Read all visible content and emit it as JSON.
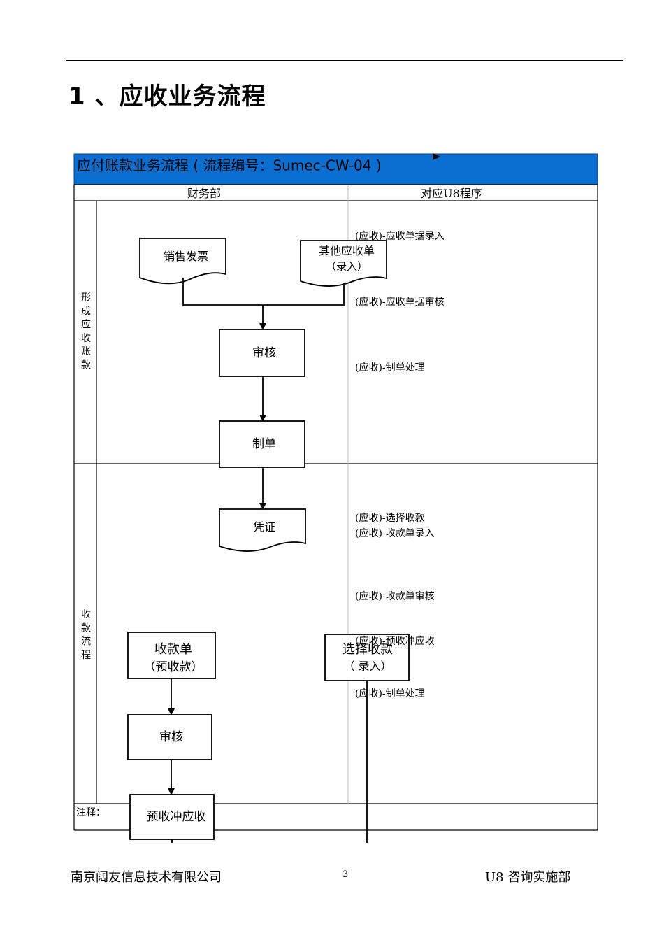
{
  "section_title": "1 、应收业务流程",
  "flowchart": {
    "banner_title": "应付账款业务流程 ( 流程编号：Sumec-CW-04 )",
    "columns": {
      "department": "财务部",
      "program": "对应U8程序"
    },
    "lanes": [
      {
        "label": "形成应收账款"
      },
      {
        "label": "收款流程"
      }
    ],
    "nodes": {
      "sales_invoice": "销售发票",
      "other_receivable_line1": "其他应收单",
      "other_receivable_line2": "（录入）",
      "audit_1": "审核",
      "make_voucher": "制单",
      "voucher": "凭证",
      "receipt_line1": "收款单",
      "receipt_line2": "（预收款）",
      "select_receipt_line1": "选择收款",
      "select_receipt_line2": "（ 录入）",
      "audit_2": "审核",
      "prepay_offset": "预收冲应收"
    },
    "u8_programs": [
      "(应收)-应收单据录入",
      "(应收)-应收单据审核",
      "(应收)-制单处理",
      "(应收)-选择收款",
      "(应收)-收款单录入",
      "(应收)-收款单审核",
      "(应收)-预收冲应收",
      "(应收)-制单处理"
    ],
    "notes_label": "注释："
  },
  "footer": {
    "company": "南京阔友信息技术有限公司",
    "page": "3",
    "department": "U8 咨询实施部"
  },
  "colors": {
    "banner": "#0b6fd1",
    "line": "#000000"
  }
}
